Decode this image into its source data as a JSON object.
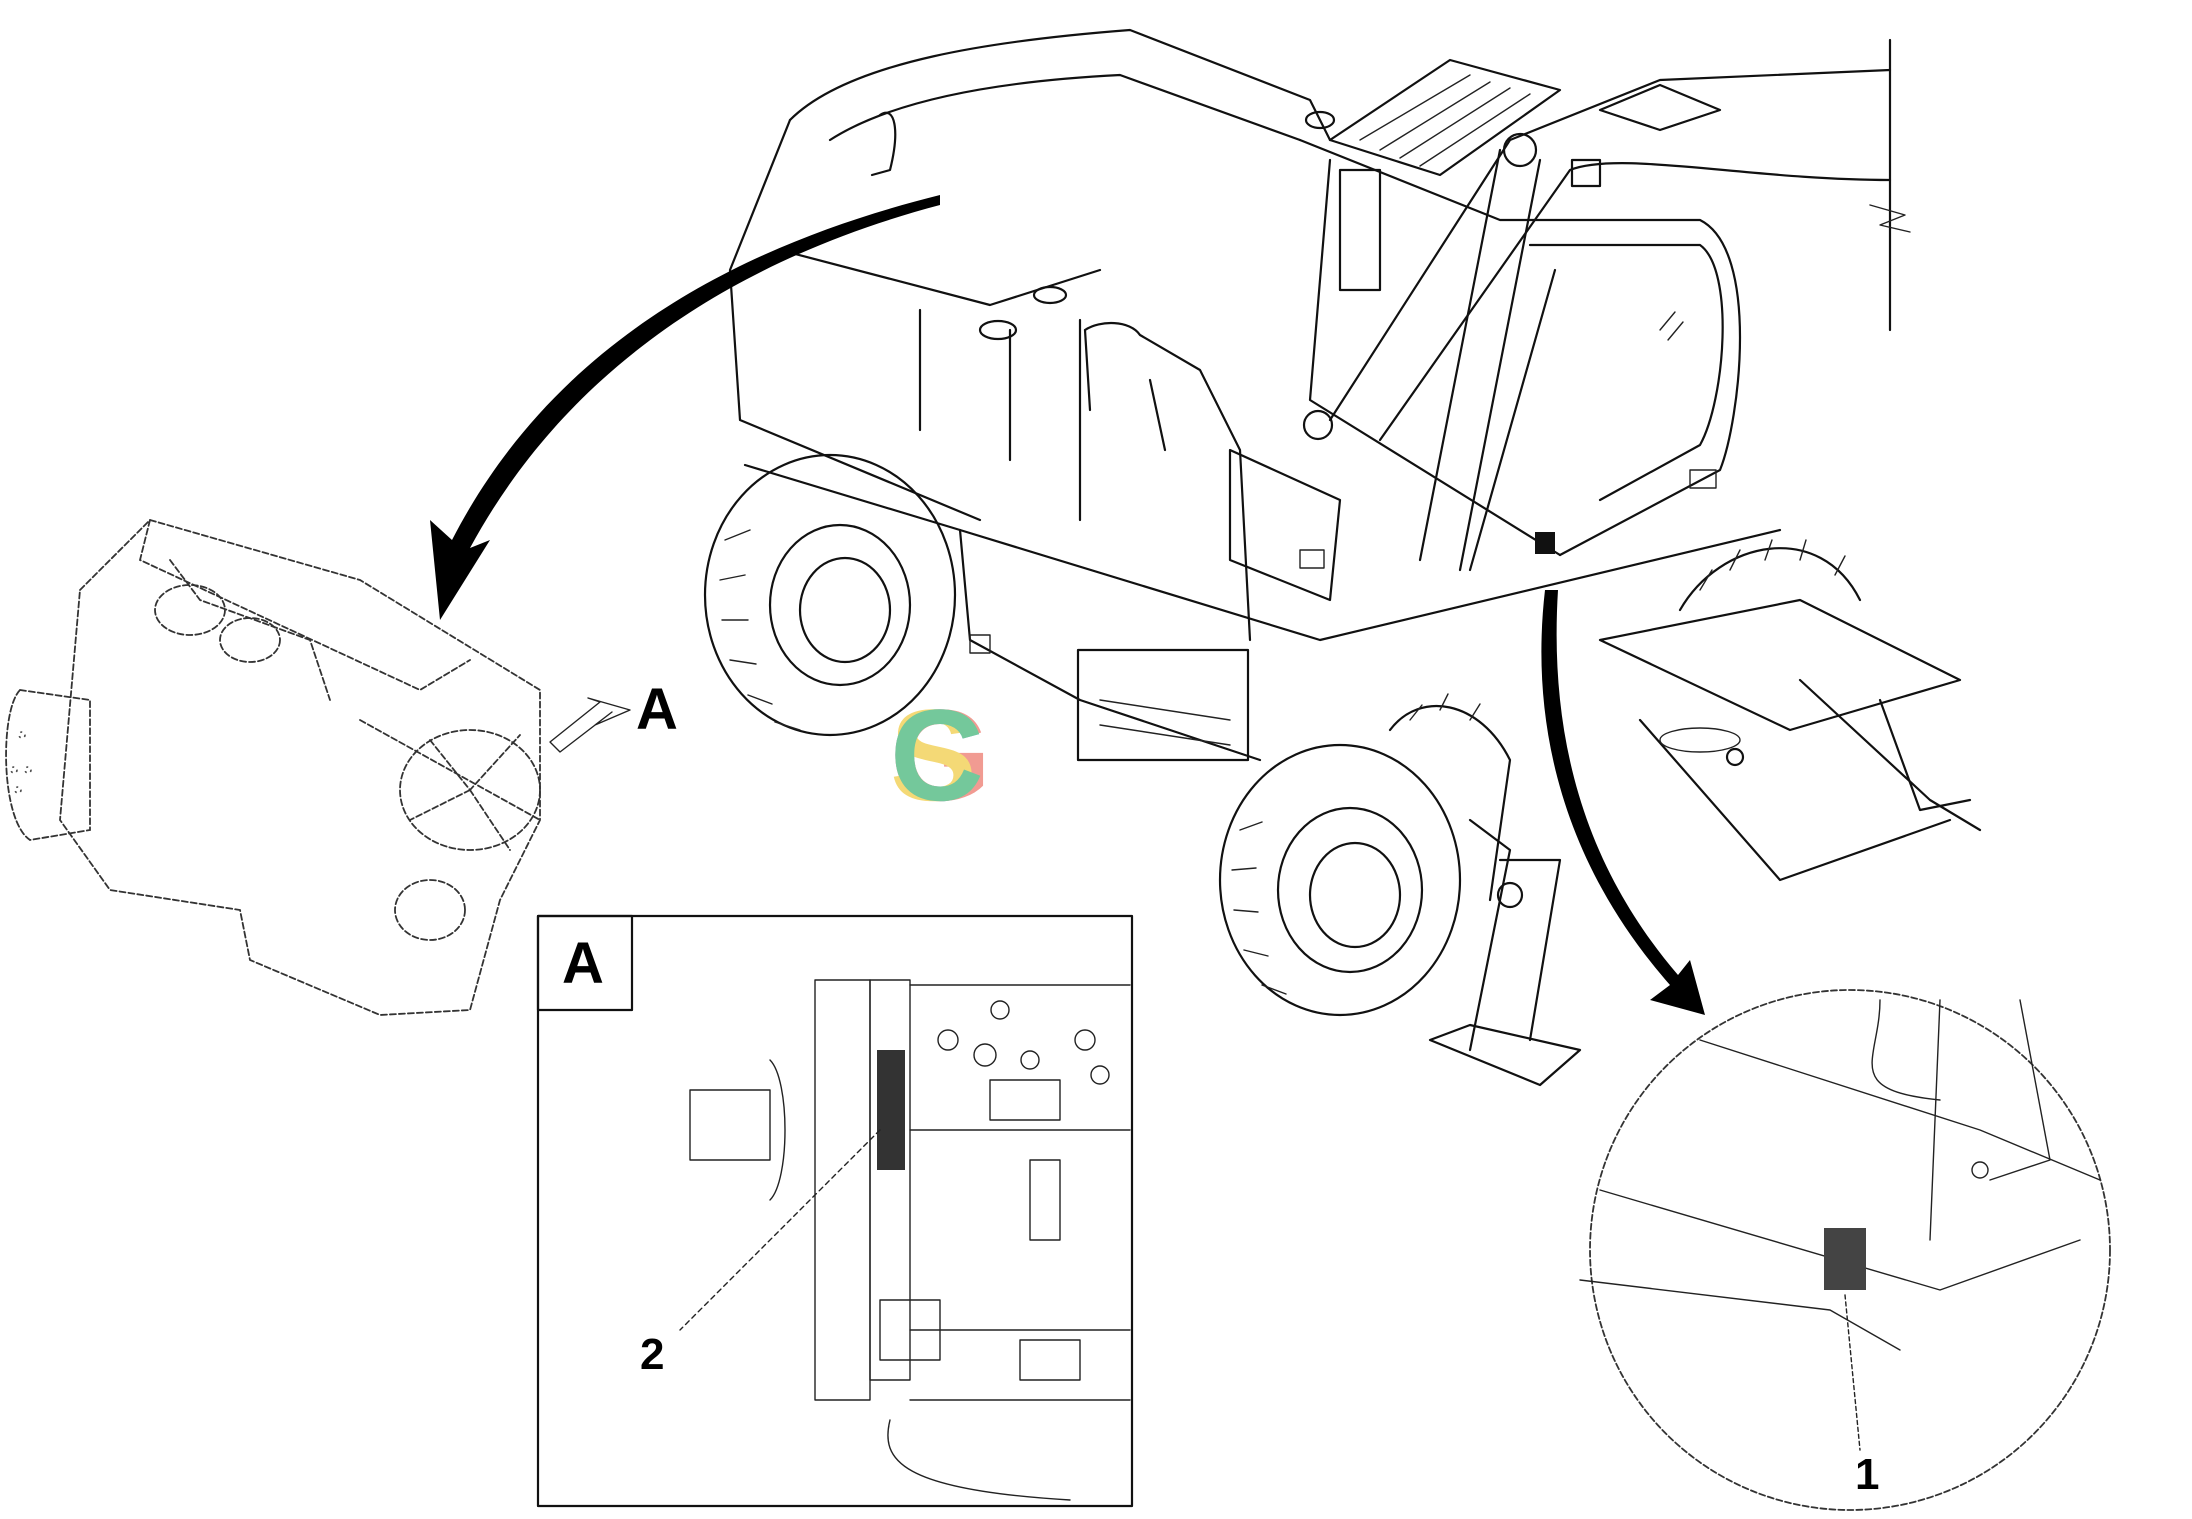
{
  "callouts": {
    "view_a_pointer": "A",
    "view_a_box_title": "A",
    "item_engine_plate": "2",
    "item_chassis_plate": "1"
  },
  "watermark": {
    "letters": [
      "C",
      "G",
      "S",
      "C"
    ],
    "colors": [
      "#6fa3ef",
      "#ef8a80",
      "#f3d35f",
      "#5cbf8a"
    ]
  }
}
